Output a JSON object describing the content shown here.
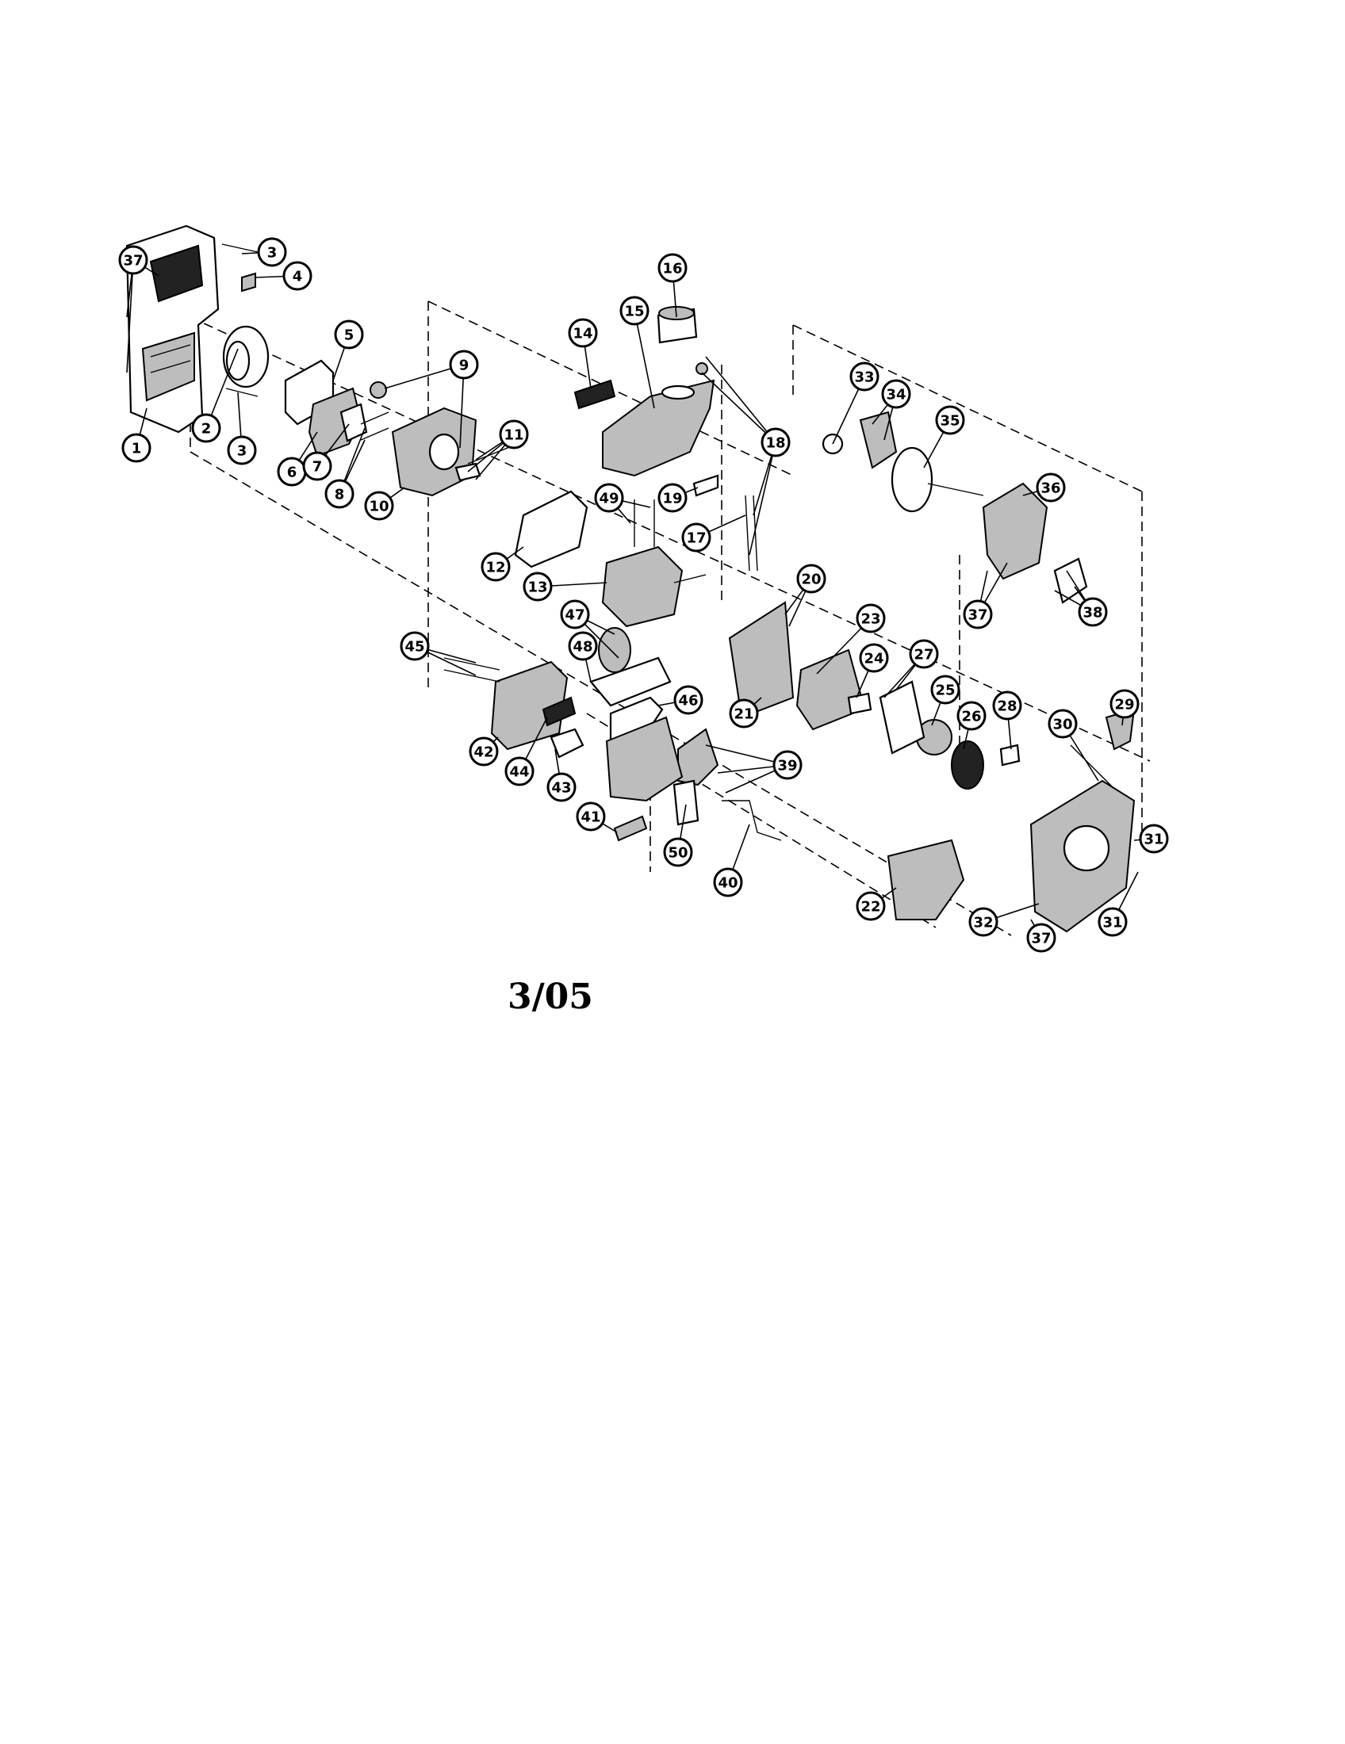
{
  "revision_date": "3/05",
  "callout_labels": [
    "1",
    "2",
    "3",
    "4",
    "5",
    "6",
    "7",
    "8",
    "9",
    "10",
    "11",
    "12",
    "13",
    "14",
    "15",
    "16",
    "17",
    "18",
    "19",
    "20",
    "21",
    "22",
    "23",
    "24",
    "25",
    "26",
    "27",
    "28",
    "29",
    "30",
    "31",
    "32",
    "33",
    "34",
    "35",
    "36",
    "37",
    "38",
    "39",
    "40",
    "41",
    "42",
    "43",
    "44",
    "45",
    "46",
    "47",
    "48",
    "49",
    "50"
  ],
  "callouts": [
    {
      "label": "37"
    },
    {
      "label": "3"
    },
    {
      "label": "4"
    },
    {
      "label": "5"
    },
    {
      "label": "9"
    },
    {
      "label": "11"
    },
    {
      "label": "2"
    },
    {
      "label": "1"
    },
    {
      "label": "3"
    },
    {
      "label": "6"
    },
    {
      "label": "7"
    },
    {
      "label": "8"
    },
    {
      "label": "10"
    },
    {
      "label": "14"
    },
    {
      "label": "15"
    },
    {
      "label": "16"
    },
    {
      "label": "18"
    },
    {
      "label": "19"
    },
    {
      "label": "17"
    },
    {
      "label": "49"
    },
    {
      "label": "12"
    },
    {
      "label": "13"
    },
    {
      "label": "47"
    },
    {
      "label": "48"
    },
    {
      "label": "46"
    },
    {
      "label": "45"
    },
    {
      "label": "42"
    },
    {
      "label": "44"
    },
    {
      "label": "43"
    },
    {
      "label": "41"
    },
    {
      "label": "39"
    },
    {
      "label": "50"
    },
    {
      "label": "40"
    },
    {
      "label": "20"
    },
    {
      "label": "21"
    },
    {
      "label": "23"
    },
    {
      "label": "24"
    },
    {
      "label": "27"
    },
    {
      "label": "25"
    },
    {
      "label": "26"
    },
    {
      "label": "22"
    },
    {
      "label": "33"
    },
    {
      "label": "34"
    },
    {
      "label": "35"
    },
    {
      "label": "36"
    },
    {
      "label": "37"
    },
    {
      "label": "38"
    },
    {
      "label": "28"
    },
    {
      "label": "29"
    },
    {
      "label": "30"
    },
    {
      "label": "31"
    },
    {
      "label": "31"
    },
    {
      "label": "32"
    },
    {
      "label": "37"
    }
  ]
}
